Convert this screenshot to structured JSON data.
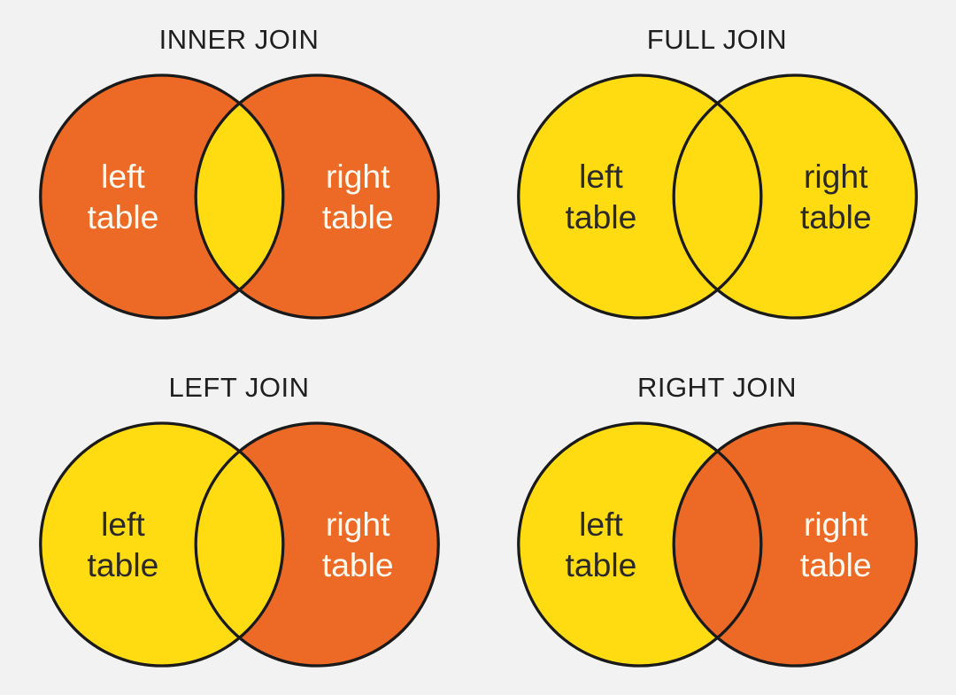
{
  "page": {
    "background": "#f2f2f2",
    "title_color": "#1f1f1f",
    "outline_color": "#1a1a1a"
  },
  "palette": {
    "orange": "#ec6a26",
    "yellow": "#ffdc12",
    "dark_label": "#2a2927",
    "light_label": "#fdfaf2"
  },
  "diagrams": [
    {
      "title": "INNER JOIN",
      "left_label": [
        "left",
        "table"
      ],
      "right_label": [
        "right",
        "table"
      ],
      "left_fill": "#ec6a26",
      "right_fill": "#ec6a26",
      "intersection_fill": "#ffdc12",
      "left_text_color": "#fdfaf2",
      "right_text_color": "#fdfaf2"
    },
    {
      "title": "FULL JOIN",
      "left_label": [
        "left",
        "table"
      ],
      "right_label": [
        "right",
        "table"
      ],
      "left_fill": "#ffdc12",
      "right_fill": "#ffdc12",
      "intersection_fill": "#ffdc12",
      "left_text_color": "#2a2927",
      "right_text_color": "#2a2927"
    },
    {
      "title": "LEFT JOIN",
      "left_label": [
        "left",
        "table"
      ],
      "right_label": [
        "right",
        "table"
      ],
      "left_fill": "#ffdc12",
      "right_fill": "#ec6a26",
      "intersection_fill": "#ffdc12",
      "left_text_color": "#2a2927",
      "right_text_color": "#fdfaf2"
    },
    {
      "title": "RIGHT JOIN",
      "left_label": [
        "left",
        "table"
      ],
      "right_label": [
        "right",
        "table"
      ],
      "left_fill": "#ffdc12",
      "right_fill": "#ec6a26",
      "intersection_fill": "#ec6a26",
      "left_text_color": "#2a2927",
      "right_text_color": "#fdfaf2"
    }
  ]
}
